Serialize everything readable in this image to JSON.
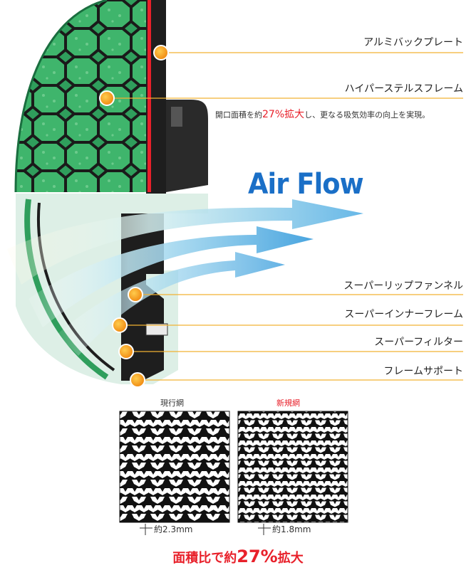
{
  "diagram": {
    "air_flow_title": "Air Flow",
    "callouts": [
      {
        "id": "aluminum-back-plate",
        "label": "アルミバックプレート"
      },
      {
        "id": "hyper-stealth-frame",
        "label": "ハイパーステルスフレーム"
      },
      {
        "id": "super-lip-funnel",
        "label": "スーパーリップファンネル"
      },
      {
        "id": "super-inner-frame",
        "label": "スーパーインナーフレーム"
      },
      {
        "id": "super-filter",
        "label": "スーパーフィルター"
      },
      {
        "id": "frame-support",
        "label": "フレームサポート"
      }
    ],
    "frame_description": {
      "before": "開口面積を約",
      "highlight": "27%拡大",
      "after": "し、更なる吸気効率の向上を実現。"
    }
  },
  "mesh_comparison": {
    "current": {
      "caption": "現行網",
      "dimension": "約2.3mm"
    },
    "new": {
      "caption": "新規網",
      "dimension": "約1.8mm"
    },
    "summary": {
      "before": "面積比で約",
      "value": "27%",
      "after": "拡大"
    }
  },
  "colors": {
    "filter_green": "#2f9e5c",
    "frame_black": "#1e1e1e",
    "accent_red": "#e8202a",
    "callout_orange": "#f5a11a",
    "leader_line": "#f2b233",
    "airflow_blue": "#1a6fc7"
  }
}
